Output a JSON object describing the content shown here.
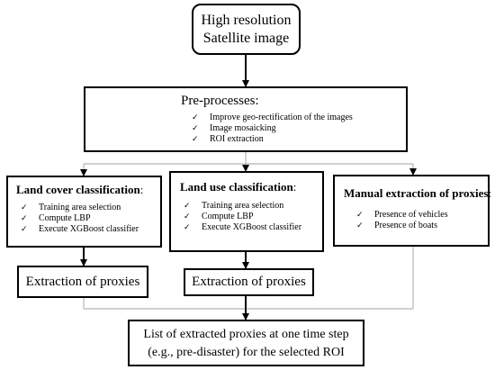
{
  "top_box": {
    "line1": "High resolution",
    "line2": "Satellite image"
  },
  "preprocess_box": {
    "title": "Pre-processes:",
    "items": [
      "Improve geo-rectification of the images",
      "Image mosaicking",
      "ROI extraction"
    ]
  },
  "land_cover_box": {
    "title": "Land cover classification",
    "colon": ":",
    "items": [
      "Training area selection",
      "Compute LBP",
      "Execute XGBoost classifier"
    ]
  },
  "land_use_box": {
    "title": "Land use classification",
    "colon": ":",
    "items": [
      "Training area selection",
      "Compute LBP",
      "Execute XGBoost classifier"
    ]
  },
  "manual_box": {
    "title": "Manual extraction of proxies",
    "colon": ":",
    "items": [
      "Presence of vehicles",
      "Presence of boats"
    ]
  },
  "extract_box_left": {
    "label": "Extraction of proxies"
  },
  "extract_box_middle": {
    "label": "Extraction of proxies"
  },
  "result_box": {
    "line1": "List of extracted proxies at one time step",
    "line2": "(e.g., pre-disaster) for the selected ROI"
  },
  "check_glyph": "✓",
  "colors": {
    "main_line": "#000000",
    "connector_line": "#b5b5b5",
    "border": "#000000"
  }
}
